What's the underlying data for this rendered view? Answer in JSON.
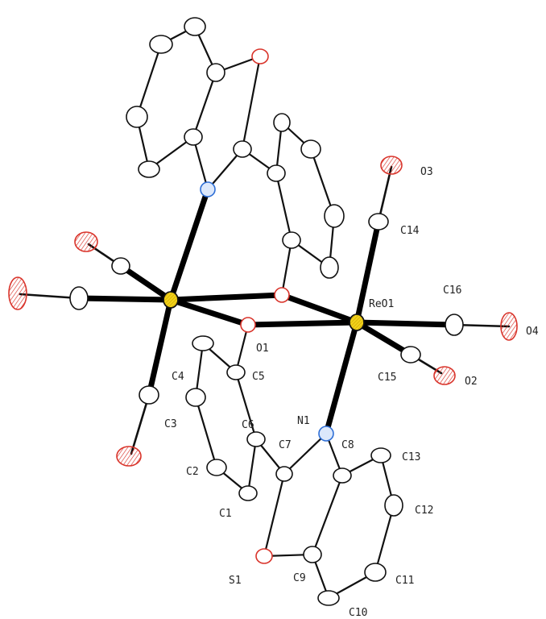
{
  "colors": {
    "carbon": "#ffffff",
    "rhenium": "#f2d21b",
    "oxygen": "#d9342b",
    "nitrogen": "#2f6fd6",
    "sulfur": "#d9342b",
    "bond": "#000000"
  },
  "labels": {
    "O3": "O3",
    "C14": "C14",
    "C16": "C16",
    "ReO1": "ReO1",
    "O4": "O4",
    "O1": "O1",
    "C15": "C15",
    "O2": "O2",
    "C4": "C4",
    "C5": "C5",
    "N1": "N1",
    "C3": "C3",
    "C6": "C6",
    "C7": "C7",
    "C8": "C8",
    "C13": "C13",
    "C2": "C2",
    "C12": "C12",
    "C1": "C1",
    "S1": "S1",
    "C9": "C9",
    "C11": "C11",
    "C10": "C10"
  }
}
